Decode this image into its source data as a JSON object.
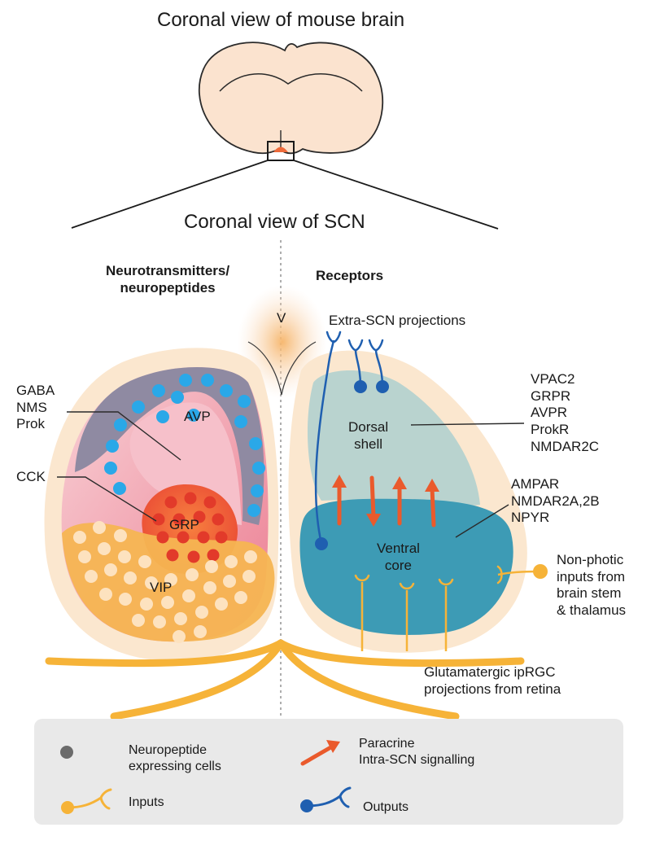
{
  "title": "Coronal view of mouse brain",
  "scn_title": "Coronal view of SCN",
  "left_heading": "Neurotransmitters/\nneuropeptides",
  "right_heading": "Receptors",
  "ventricle_label": "V",
  "extra_scn_label": "Extra-SCN projections",
  "left_labels": {
    "gaba_group": "GABA\nNMS\nProk",
    "cck": "CCK",
    "avp": "AVP",
    "grp": "GRP",
    "vip": "VIP"
  },
  "right_labels": {
    "dorsal": "Dorsal\nshell",
    "ventral": "Ventral\ncore",
    "dorsal_receptors": "VPAC2\nGRPR\nAVPR\nProkR\nNMDAR2C",
    "ventral_receptors": "AMPAR\nNMDAR2A,2B\nNPYR",
    "non_photic": "Non-photic\ninputs from\nbrain stem\n& thalamus",
    "glutamatergic": "Glutamatergic ipRGC\nprojections from retina"
  },
  "legend": {
    "cells": "Neuropeptide\nexpressing cells",
    "paracrine": "Paracrine\nIntra-SCN signalling",
    "inputs": "Inputs",
    "outputs": "Outputs"
  },
  "colors": {
    "brain": "#fbe3cf",
    "outline": "#2b2b2b",
    "halo": "#fbe7cf",
    "avp_region": "#8f8aa2",
    "pink_region": "#f6c3cc",
    "grp_region": "#f05a3a",
    "vip_region": "#f5b552",
    "blue_cell": "#2aa8e8",
    "dorsal": "#b9d3cf",
    "ventral": "#3d9bb5",
    "input": "#f6b338",
    "output": "#1f5fb0",
    "arrow": "#ea5a2c",
    "legend_bg": "#e9e9e9",
    "legend_dot": "#6b6b6b"
  },
  "icons": [
    "grey-cell-dot-icon",
    "paracrine-arrow-icon",
    "input-terminal-icon",
    "output-terminal-icon"
  ]
}
